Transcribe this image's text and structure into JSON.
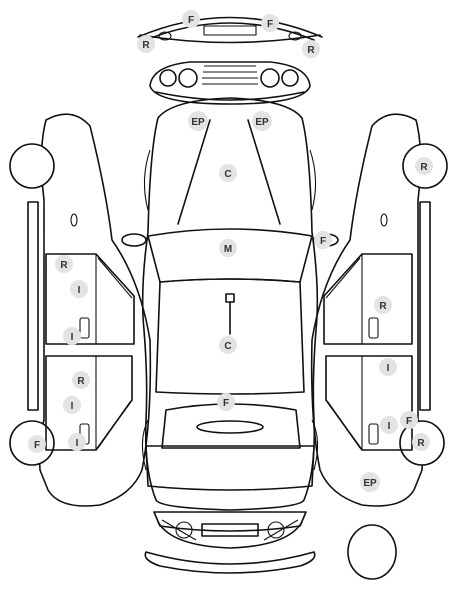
{
  "legend_codes": [
    "F",
    "R",
    "EP",
    "C",
    "M",
    "I"
  ],
  "colors": {
    "line": "#111111",
    "marker_fill": "#e3e3e3",
    "marker_text": "#333333",
    "background": "#ffffff"
  },
  "markers": {
    "front_bumper_left": "F",
    "front_bumper_right": "F",
    "front_bumper_corner_left": "R",
    "front_bumper_corner_right": "R",
    "hood_left": "EP",
    "hood_right": "EP",
    "hood_center": "C",
    "windshield_right_mirror": "F",
    "windshield_center": "M",
    "roof_center": "C",
    "trunk_center": "F",
    "left_front_door": "R",
    "left_front_door_panel": "I",
    "left_front_door_handle": "I",
    "left_rear_door": "R",
    "left_rear_door_panel": "I",
    "left_rear_door_handle": "I",
    "left_rear_wheel": "F",
    "right_front_wheel": "R",
    "right_front_door": "R",
    "right_rear_door_panel": "I",
    "right_rear_door_handle": "I",
    "right_rear_door_mirror": "F",
    "right_rear_wheel": "R",
    "right_rear_quarter": "EP"
  }
}
